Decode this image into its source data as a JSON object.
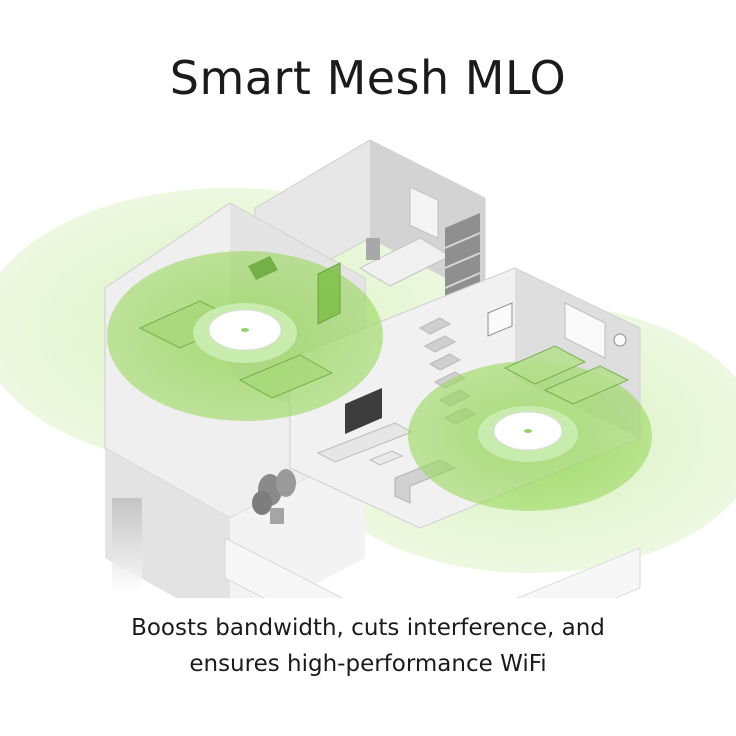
{
  "header": {
    "title": "Smart Mesh MLO"
  },
  "caption": {
    "line1": "Boosts bandwidth, cuts interference, and",
    "line2": "ensures high-performance WiFi"
  },
  "colors": {
    "coverage_green": "#8fd14f",
    "coverage_green_dark": "#6cbf2c",
    "wall_gray": "#d9d9d9",
    "floor_gray": "#ececec",
    "text": "#1b1b1b"
  },
  "icons": [
    "mesh-router-icon",
    "plant-icon",
    "tv-icon",
    "picture-frame-icon",
    "clock-icon"
  ]
}
